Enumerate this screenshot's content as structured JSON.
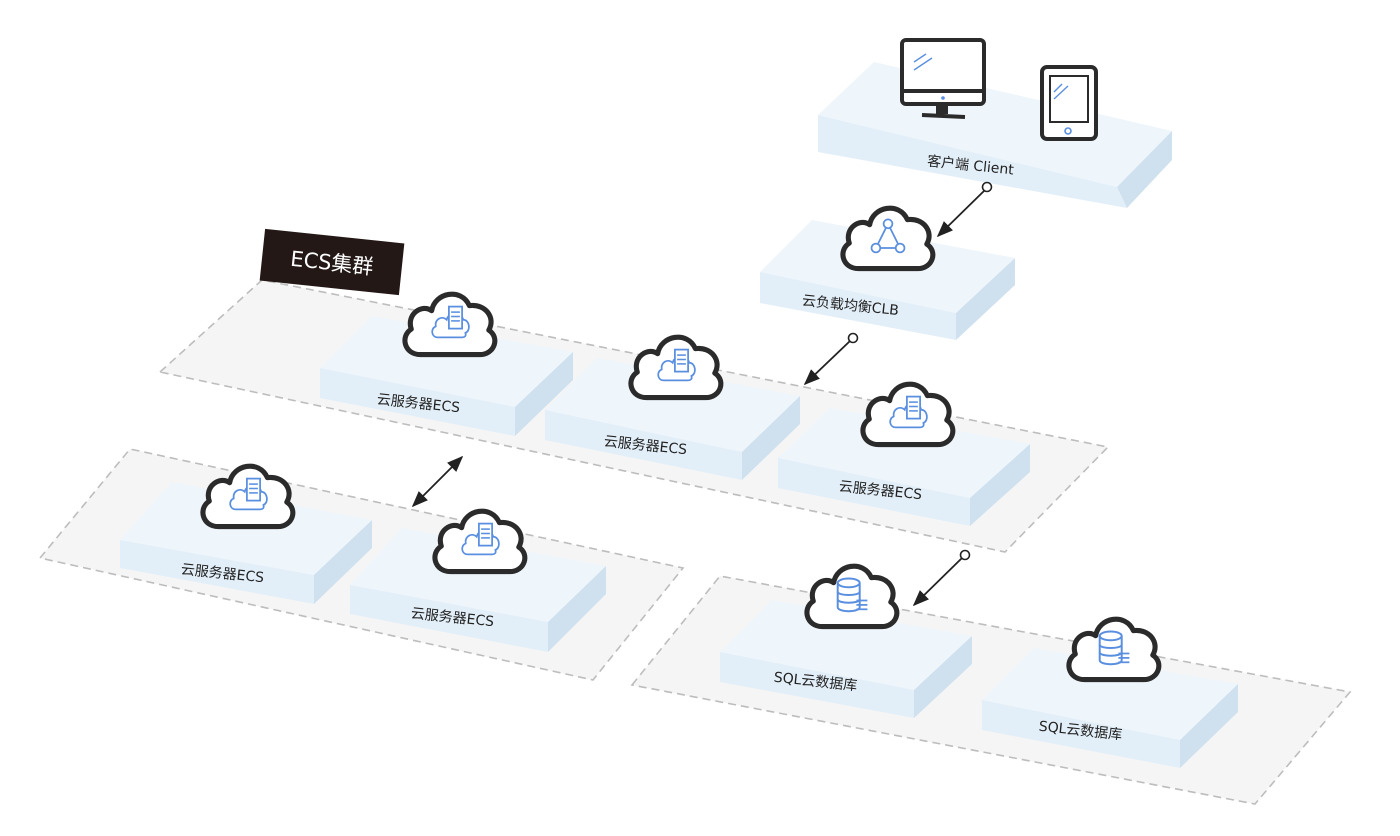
{
  "colors": {
    "platform_top": "#eef5fb",
    "platform_left": "#e3eff8",
    "platform_right": "#cfe1ef",
    "zone_fill": "#f5f5f5",
    "zone_stroke": "#bdbdbd",
    "cloud_stroke": "#2b2b2b",
    "icon_blue": "#5a8fe0",
    "tag_bg": "#231815",
    "arrow": "#222222"
  },
  "labels": {
    "client": "客户端 Client",
    "clb": "云负载均衡CLB",
    "cluster_tag": "ECS集群",
    "ecs_1": "云服务器ECS",
    "ecs_2": "云服务器ECS",
    "ecs_3": "云服务器ECS",
    "ecs_4": "云服务器ECS",
    "ecs_5": "云服务器ECS",
    "sql_1": "SQL云数据库",
    "sql_2": "SQL云数据库"
  },
  "icons": {
    "client_devices": [
      "desktop-monitor-icon",
      "tablet-icon"
    ],
    "clb": "load-balancer-icon",
    "ecs": "server-icon",
    "sql": "database-icon"
  }
}
